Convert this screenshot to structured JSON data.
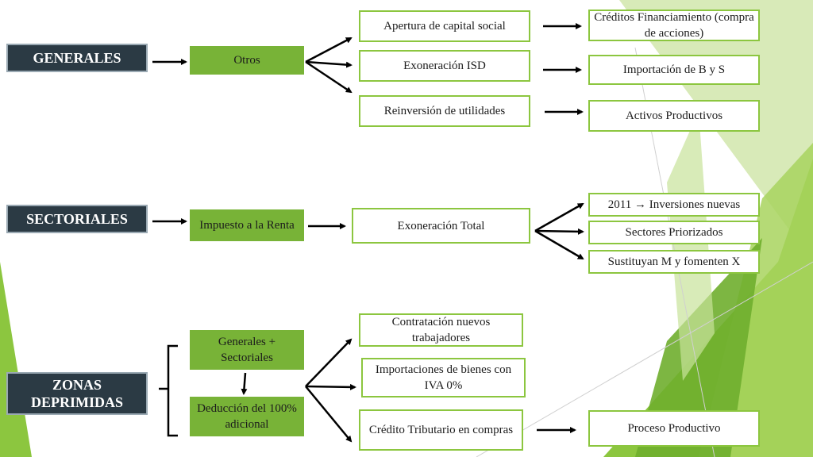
{
  "headers": {
    "generales": "GENERALES",
    "sectoriales": "SECTORIALES",
    "zonas": "ZONAS DEPRIMIDAS"
  },
  "generales": {
    "level1": "Otros",
    "level2": [
      "Apertura de capital social",
      "Exoneración ISD",
      "Reinversión de utilidades"
    ],
    "level3": [
      "Créditos Financiamiento (compra de acciones)",
      "Importación de B y S",
      "Activos Productivos"
    ]
  },
  "sectoriales": {
    "level1": "Impuesto a la Renta",
    "level2": "Exoneración Total",
    "level3": [
      "2011 → Inversiones nuevas",
      "Sectores Priorizados",
      "Sustituyan M y fomenten X"
    ]
  },
  "zonas": {
    "level1a": "Generales + Sectoriales",
    "level1b": "Deducción del 100% adicional",
    "level2": [
      "Contratación nuevos trabajadores",
      "Importaciones de bienes con IVA 0%",
      "Crédito Tributario en compras"
    ],
    "level3": "Proceso Productivo"
  },
  "colors": {
    "dark_box": "#2b3a44",
    "green_box": "#78b337",
    "box_border": "#8cc63f"
  }
}
